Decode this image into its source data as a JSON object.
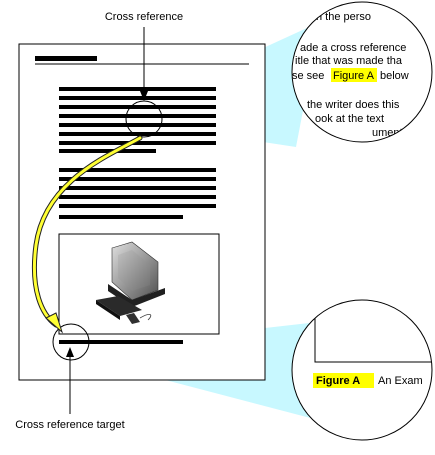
{
  "labels": {
    "cross_reference": "Cross reference",
    "cross_reference_target": "Cross reference target"
  },
  "zoom_top": {
    "lines": [
      "n the perso",
      "ade a cross reference",
      "itle that was made tha",
      "se see",
      "Figure A",
      "below",
      "the writer does this",
      "ook at the text",
      "ument"
    ]
  },
  "zoom_bottom": {
    "caption_label": "Figure A",
    "caption_rest": "An Exam"
  },
  "colors": {
    "highlight": "#ffff00",
    "callout": "#c8f8ff",
    "arrow": "#ffff33"
  }
}
